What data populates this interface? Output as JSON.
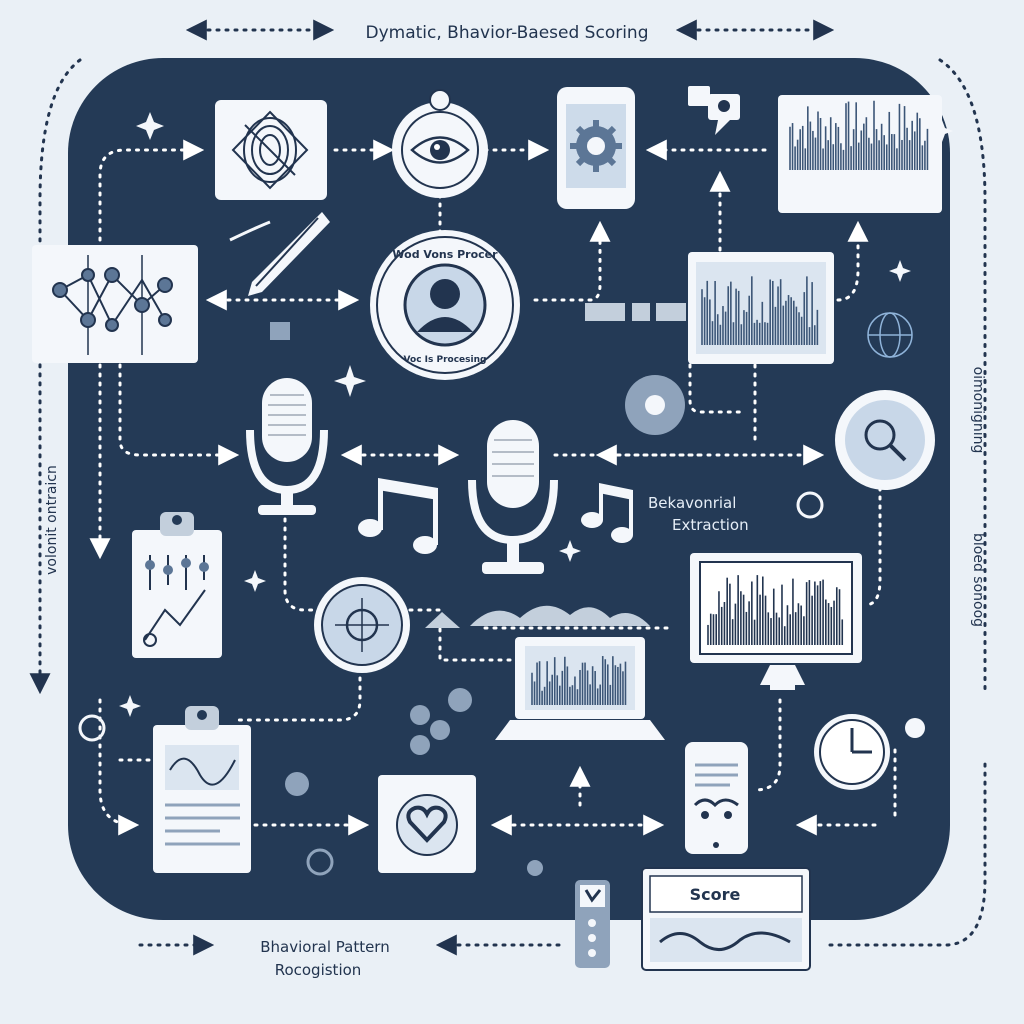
{
  "labels": {
    "top_title": "Dymatic, Bhavior-Baesed Scoring",
    "left_vertical": "volonit ontraicn",
    "right_vertical_upper": "oimonigning",
    "right_vertical_lower": "bloed sonoog",
    "center_ring_top": "Wod Vons Procer",
    "center_ring_bottom": "Voc Is Procesing",
    "extraction_line1": "Bekavonrial",
    "extraction_line2": "Extraction",
    "pattern_line1": "Bhavioral Pattern",
    "pattern_line2": "Rocogistion",
    "score_label": "Score"
  },
  "colors": {
    "background": "#eaf0f6",
    "panel": "#243a56",
    "card": "#f4f7fb",
    "accent": "#8fb3d9",
    "ink": "#22344f"
  },
  "icons": [
    "fingerprint-icon",
    "eye-icon",
    "phone-gear-icon",
    "waveform-icon",
    "network-graph-icon",
    "pen-icon",
    "user-profile-icon",
    "microphone-icon",
    "music-note-icon",
    "clipboard-chart-icon",
    "magnifier-icon",
    "laptop-icon",
    "monitor-icon",
    "clock-icon",
    "heart-icon",
    "mobile-icon",
    "score-card-icon"
  ]
}
